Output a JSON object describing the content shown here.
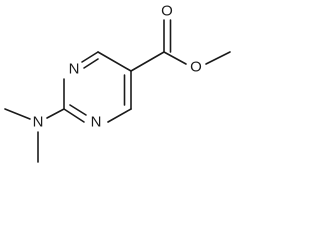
{
  "molecule": {
    "atoms": {
      "n_ring_top": "N",
      "n_ring_bottom": "N",
      "n_amine": "N",
      "o_carbonyl": "O",
      "o_ester": "O"
    }
  }
}
